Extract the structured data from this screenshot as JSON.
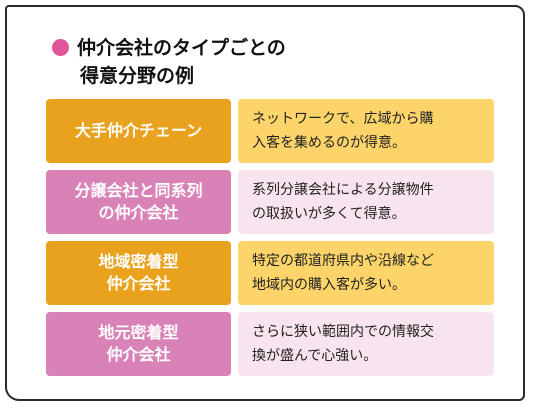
{
  "title": {
    "line1": "仲介会社のタイプごとの",
    "line2": "得意分野の例"
  },
  "colors": {
    "bullet": "#e0559a",
    "label_orange": "#e8a21e",
    "label_pink": "#d982b7",
    "desc_yellow": "#fcd46a",
    "desc_pink": "#f8e4ee"
  },
  "rows": [
    {
      "label": "大手仲介チェーン",
      "desc": "ネットワークで、広域から購\n入客を集めるのが得意。"
    },
    {
      "label": "分譲会社と同系列\nの仲介会社",
      "desc": "系列分譲会社による分譲物件\nの取扱いが多くて得意。"
    },
    {
      "label": "地域密着型\n仲介会社",
      "desc": "特定の都道府県内や沿線など\n地域内の購入客が多い。"
    },
    {
      "label": "地元密着型\n仲介会社",
      "desc": "さらに狭い範囲内での情報交\n換が盛んで心強い。"
    }
  ]
}
